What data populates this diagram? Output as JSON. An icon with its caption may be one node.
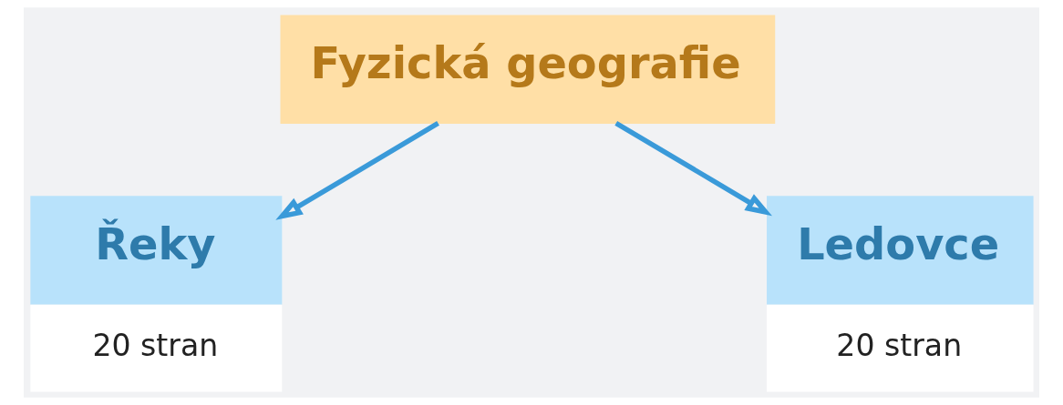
{
  "diagram": {
    "nodes": [
      {
        "text": [
          "Fyzická geografie"
        ]
      },
      {
        "text": [
          "Řeky",
          "20 stran"
        ]
      },
      {
        "text": [
          "Ledovce",
          "20 stran"
        ]
      }
    ],
    "edges": [
      {
        "from": 0,
        "to": 1,
        "arrow": "to"
      },
      {
        "from": 0,
        "to": 2,
        "arrow": "to"
      }
    ]
  }
}
